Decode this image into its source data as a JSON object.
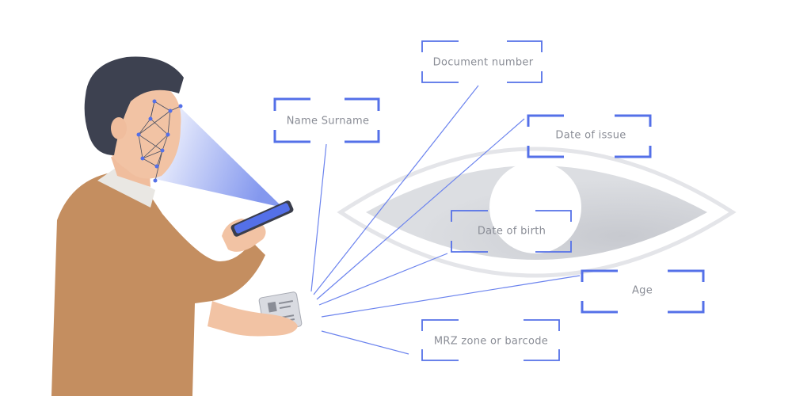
{
  "labels": {
    "document_number": "Document number",
    "name_surname": "Name Surname",
    "date_of_issue": "Date of issue",
    "date_of_birth": "Date of birth",
    "age": "Age",
    "mrz_zone": "MRZ zone or barcode"
  },
  "colors": {
    "accent": "#5470e8",
    "line": "#6b83ee",
    "eye": "#d9dbe0",
    "eye_outline": "#e4e5e9",
    "sweater": "#c48e60",
    "skin": "#f2c3a4",
    "hair": "#3d4150",
    "phone": "#3a3d4b"
  }
}
